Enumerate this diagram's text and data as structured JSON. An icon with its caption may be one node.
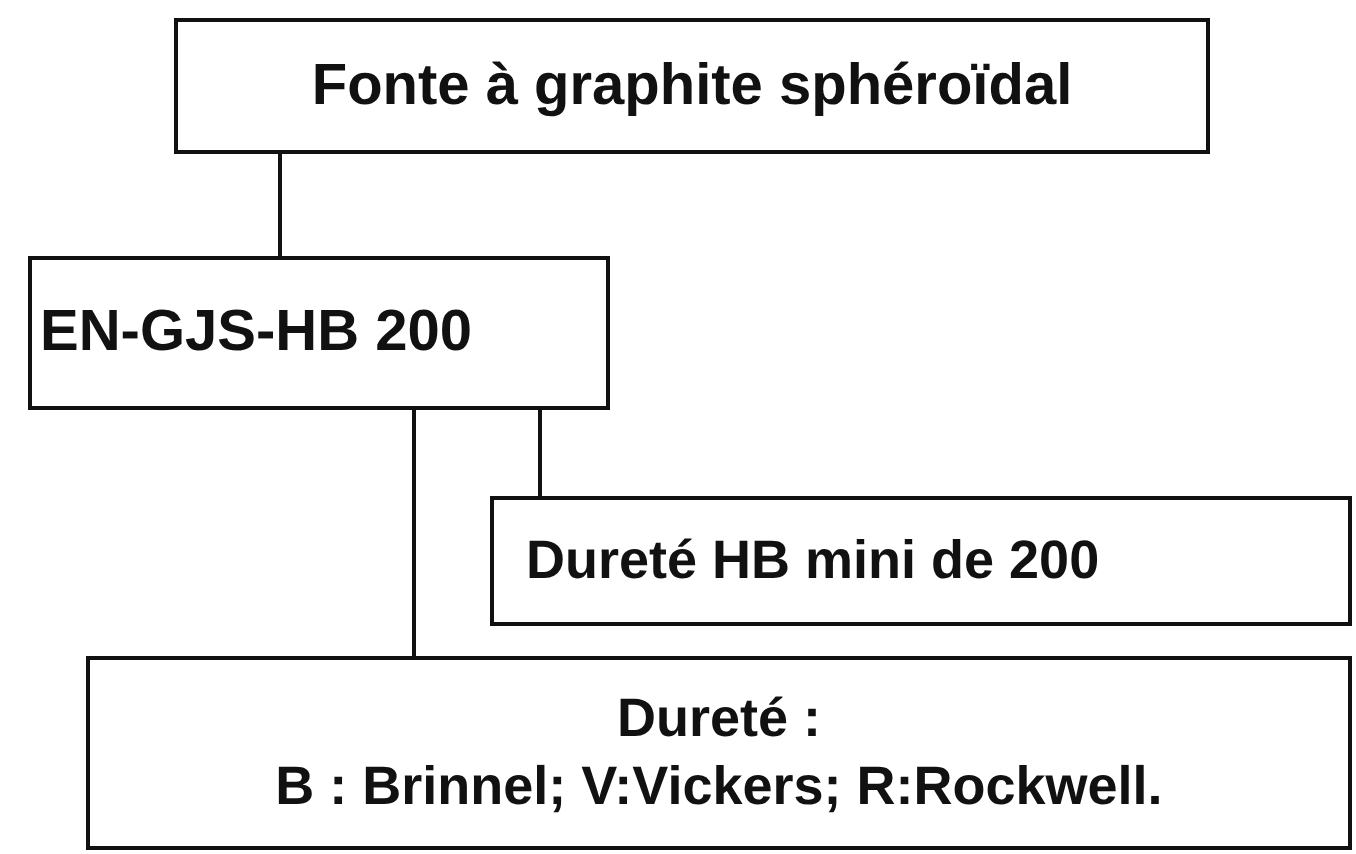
{
  "diagram": {
    "nodes": [
      {
        "text": [
          "Fonte à graphite sphéroïdal"
        ]
      },
      {
        "text": [
          "EN-GJS-HB 200"
        ]
      },
      {
        "text": [
          "Dureté HB mini de 200"
        ]
      },
      {
        "text": [
          "Dureté :",
          "B : Brinnel; V:Vickers; R:Rockwell."
        ]
      }
    ],
    "edges": [
      {
        "from": 0,
        "to": 1,
        "arrow": "none"
      },
      {
        "from": 1,
        "to": 2,
        "arrow": "none"
      },
      {
        "from": 1,
        "to": 3,
        "arrow": "none"
      }
    ]
  }
}
